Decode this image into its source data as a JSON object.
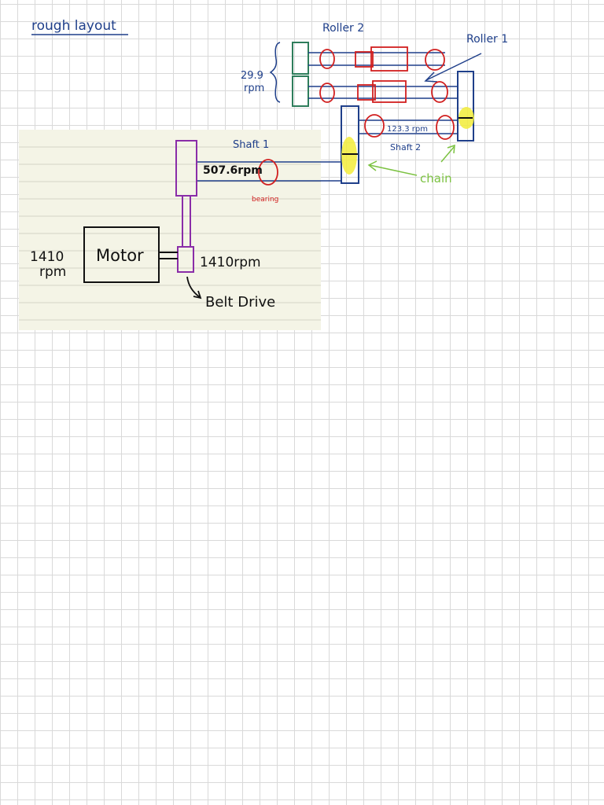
{
  "heading": "rough layout",
  "labels": {
    "roller_2": "Roller 2",
    "roller_1": "Roller 1",
    "speed_rollers_value": "29.9",
    "speed_rollers_unit": "rpm",
    "shaft_1": "Shaft 1",
    "speed_shaft_1": "507.6rpm",
    "bearing": "bearing",
    "speed_shaft_2": "123.3 rpm",
    "shaft_2": "Shaft 2",
    "chain": "chain",
    "motor": "Motor",
    "motor_speed_value": "1410",
    "motor_speed_unit": "rpm",
    "belt_speed": "1410rpm",
    "belt_drive": "Belt Drive"
  },
  "colors": {
    "ink_blue": "#1f3f8a",
    "ink_red": "#d11f1f",
    "ink_green": "#2e7d5b",
    "ink_lime": "#7cc242",
    "ink_purple": "#8a2da8",
    "ink_black": "#111111",
    "highlight": "#f2ec3a",
    "note_paper": "#f4f4e6",
    "note_line": "#d3d3c6"
  }
}
